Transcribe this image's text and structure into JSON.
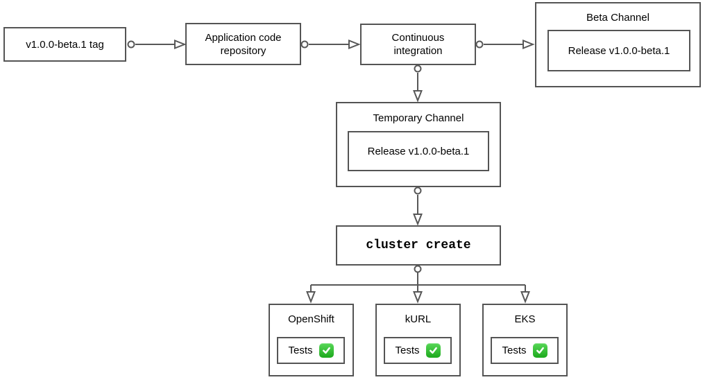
{
  "colors": {
    "box_border": "#545454",
    "connector": "#575757",
    "check_green": "#22ad22",
    "text": "#000000",
    "bg": "#ffffff"
  },
  "diagram": {
    "nodes": {
      "tag": {
        "label": "v1.0.0-beta.1 tag"
      },
      "repository": {
        "label": "Application code repository"
      },
      "ci": {
        "label": "Continuous integration"
      },
      "beta_channel": {
        "title": "Beta Channel",
        "release": {
          "label": "Release v1.0.0-beta.1"
        }
      },
      "temporary_channel": {
        "title": "Temporary Channel",
        "release": {
          "label": "Release v1.0.0-beta.1"
        }
      },
      "cluster_create": {
        "label": "cluster create"
      },
      "platforms": [
        {
          "title": "OpenShift",
          "tests_label": "Tests",
          "icon": "check-icon",
          "status": "passed"
        },
        {
          "title": "kURL",
          "tests_label": "Tests",
          "icon": "check-icon",
          "status": "passed"
        },
        {
          "title": "EKS",
          "tests_label": "Tests",
          "icon": "check-icon",
          "status": "passed"
        }
      ]
    }
  }
}
